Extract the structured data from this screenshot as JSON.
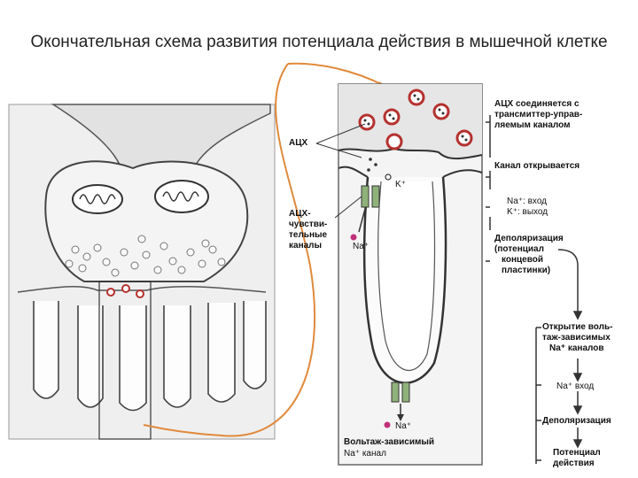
{
  "title": "Окончательная схема развития потенциала действия в мышечной клетке",
  "labels": {
    "ach": "АЦХ",
    "ach_sensitive": [
      "АЦХ-",
      "чувстви-",
      "тельные",
      "каналы"
    ],
    "k_ion": "K⁺",
    "na_ion_upper": "Na⁺",
    "na_ion_lower": "Na⁺",
    "voltage_channel": [
      "Вольтаж-зависимый",
      "Na⁺ канал"
    ]
  },
  "steps": {
    "s1": [
      "АЦХ соединяется с",
      "трансмиттер-управ-",
      "ляемым каналом"
    ],
    "s2": "Канал открывается",
    "s3": [
      "Na⁺: вход",
      "K⁺: выход"
    ],
    "s4": [
      "Деполяризация",
      "(потенциал",
      "концевой",
      "пластинки)"
    ],
    "s5": [
      "Открытие воль-",
      "таж-зависимых",
      "Na⁺ каналов"
    ],
    "s6": "Na⁺ вход",
    "s7": "Деполяризация",
    "s8": [
      "Потенциал",
      "действия"
    ]
  },
  "colors": {
    "vesicle_red": "#b5322f",
    "channel_green": "#8fb27a",
    "arrow_orange": "#e08a3c"
  }
}
